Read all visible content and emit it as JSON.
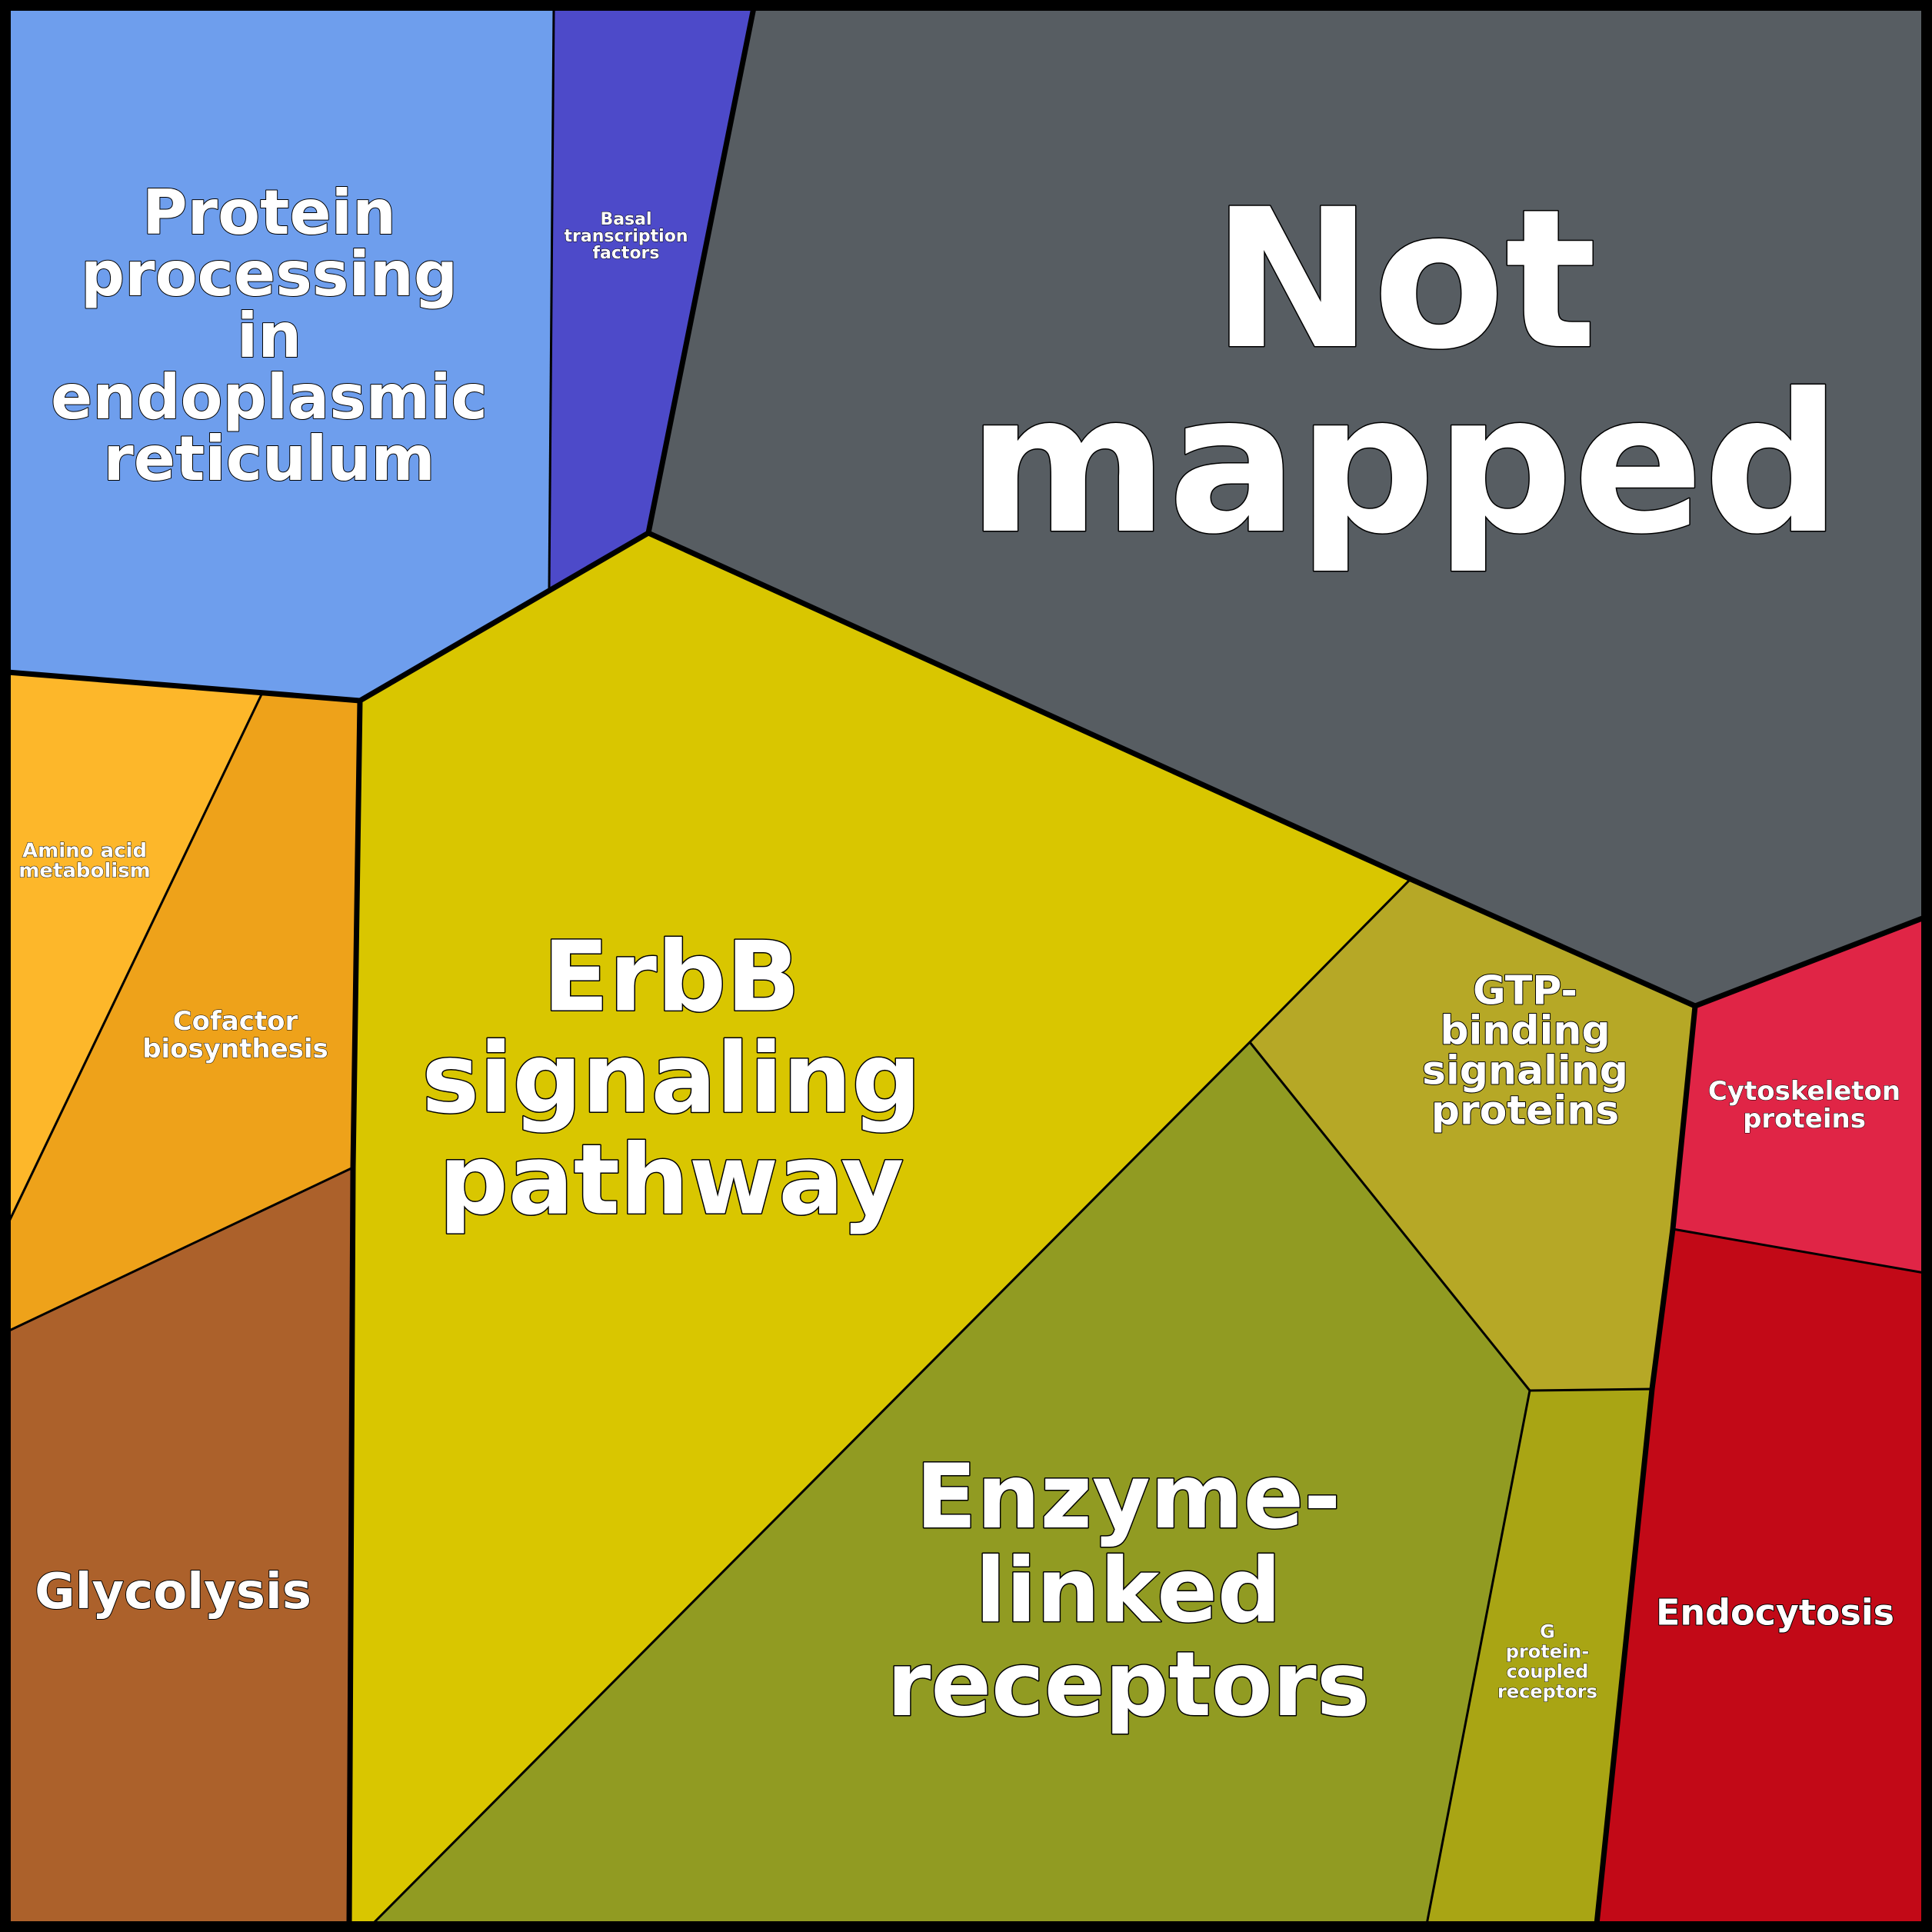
{
  "diagram": {
    "cells": [
      {
        "id": "not-mapped",
        "lines": [
          "Not",
          "mapped"
        ],
        "color": "#575d62"
      },
      {
        "id": "protein-processing-er",
        "lines": [
          "Protein",
          "processing",
          "in",
          "endoplasmic",
          "reticulum"
        ],
        "color": "#6e9eed"
      },
      {
        "id": "basal-transcription-factors",
        "lines": [
          "Basal",
          "transcription",
          "factors"
        ],
        "color": "#4d4ac9"
      },
      {
        "id": "erbb-signaling-pathway",
        "lines": [
          "ErbB",
          "signaling",
          "pathway"
        ],
        "color": "#d9c600"
      },
      {
        "id": "amino-acid-metabolism",
        "lines": [
          "Amino acid",
          "metabolism"
        ],
        "color": "#fdb72a"
      },
      {
        "id": "cofactor-biosynthesis",
        "lines": [
          "Cofactor",
          "biosynthesis"
        ],
        "color": "#eea21a"
      },
      {
        "id": "glycolysis",
        "lines": [
          "Glycolysis"
        ],
        "color": "#ac612b"
      },
      {
        "id": "gtp-binding-signaling-proteins",
        "lines": [
          "GTP-",
          "binding",
          "signaling",
          "proteins"
        ],
        "color": "#b6a826"
      },
      {
        "id": "enzyme-linked-receptors",
        "lines": [
          "Enzyme-",
          "linked",
          "receptors"
        ],
        "color": "#919b22"
      },
      {
        "id": "g-protein-coupled-receptors",
        "lines": [
          "G",
          "protein-",
          "coupled",
          "receptors"
        ],
        "color": "#a9a514"
      },
      {
        "id": "cytoskeleton-proteins",
        "lines": [
          "Cytoskeleton",
          "proteins"
        ],
        "color": "#e02546"
      },
      {
        "id": "endocytosis",
        "lines": [
          "Endocytosis"
        ],
        "color": "#c20917"
      }
    ]
  }
}
